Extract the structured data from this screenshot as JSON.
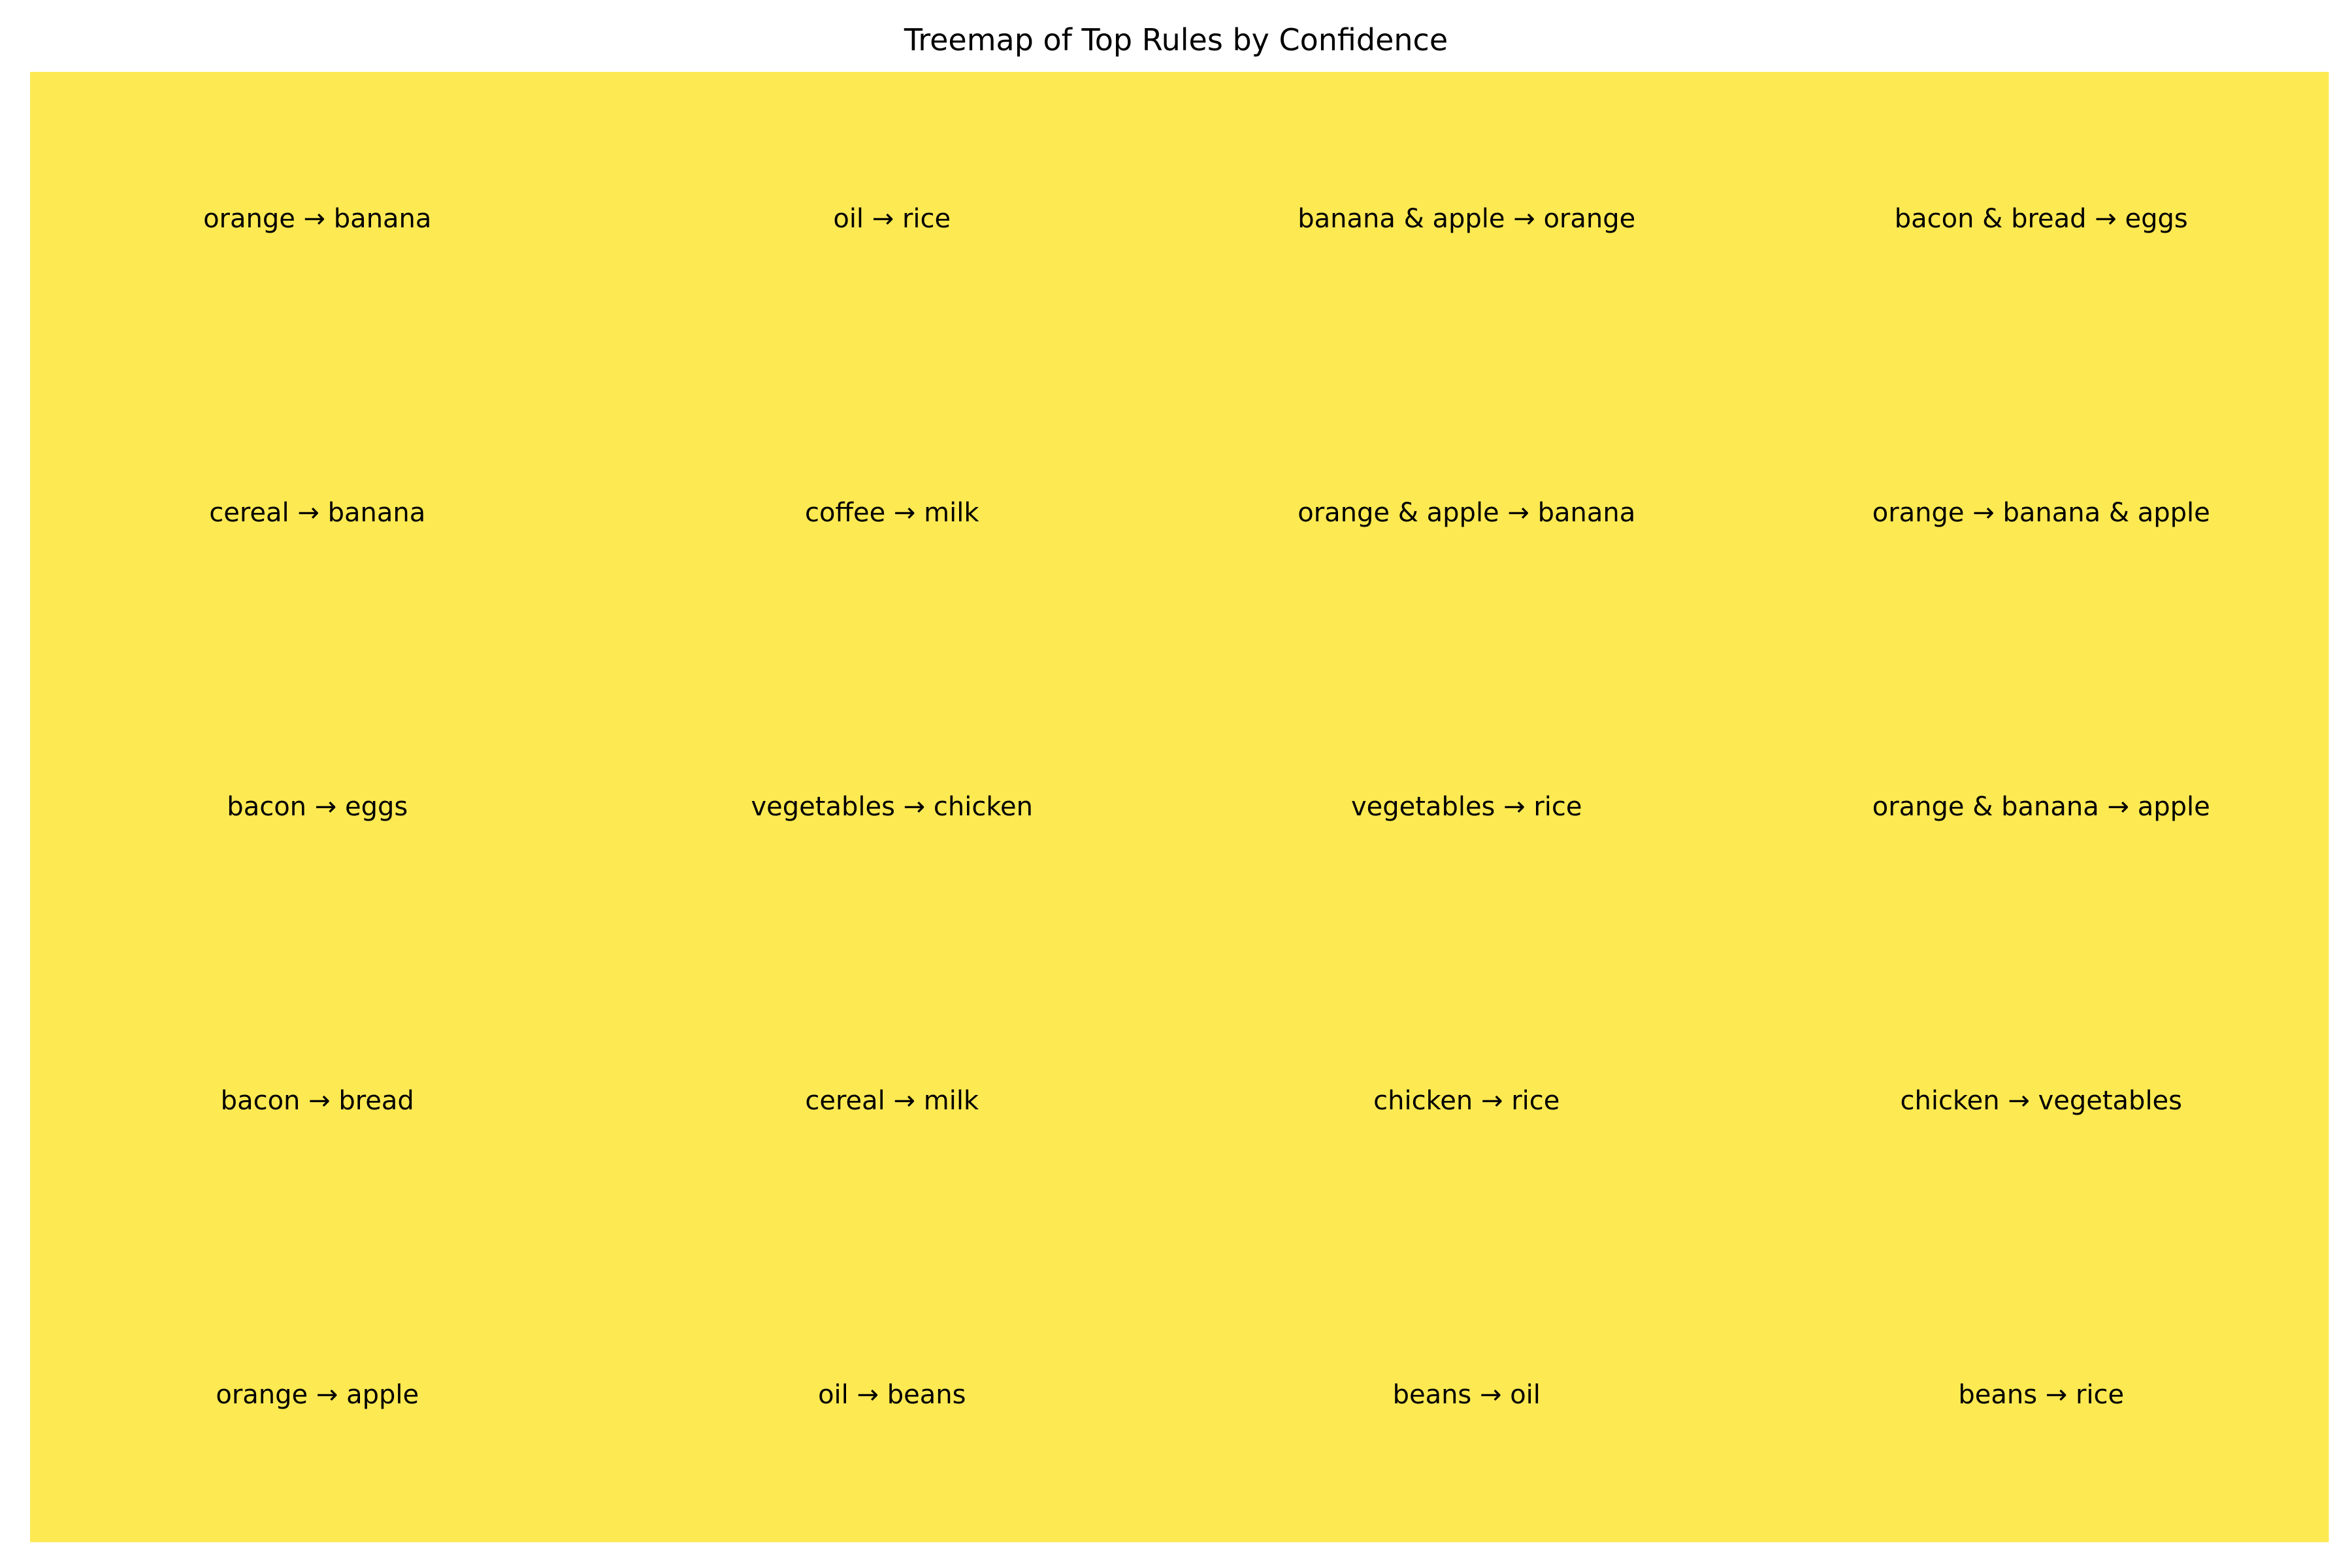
{
  "chart_data": {
    "type": "treemap",
    "title": "Treemap of Top Rules by Confidence",
    "color": "#fde952",
    "rows": 5,
    "columns": 4,
    "items": [
      {
        "label": "orange → banana",
        "value": 1.0
      },
      {
        "label": "cereal → banana",
        "value": 1.0
      },
      {
        "label": "bacon → eggs",
        "value": 1.0
      },
      {
        "label": "bacon → bread",
        "value": 1.0
      },
      {
        "label": "orange → apple",
        "value": 1.0
      },
      {
        "label": "oil → rice",
        "value": 1.0
      },
      {
        "label": "coffee → milk",
        "value": 1.0
      },
      {
        "label": "vegetables → chicken",
        "value": 1.0
      },
      {
        "label": "cereal → milk",
        "value": 1.0
      },
      {
        "label": "oil → beans",
        "value": 1.0
      },
      {
        "label": "banana & apple → orange",
        "value": 1.0
      },
      {
        "label": "orange & apple → banana",
        "value": 1.0
      },
      {
        "label": "vegetables → rice",
        "value": 1.0
      },
      {
        "label": "chicken → rice",
        "value": 1.0
      },
      {
        "label": "beans → oil",
        "value": 1.0
      },
      {
        "label": "bacon & bread → eggs",
        "value": 1.0
      },
      {
        "label": "orange → banana & apple",
        "value": 1.0
      },
      {
        "label": "orange & banana → apple",
        "value": 1.0
      },
      {
        "label": "chicken → vegetables",
        "value": 1.0
      },
      {
        "label": "beans → rice",
        "value": 1.0
      }
    ]
  }
}
